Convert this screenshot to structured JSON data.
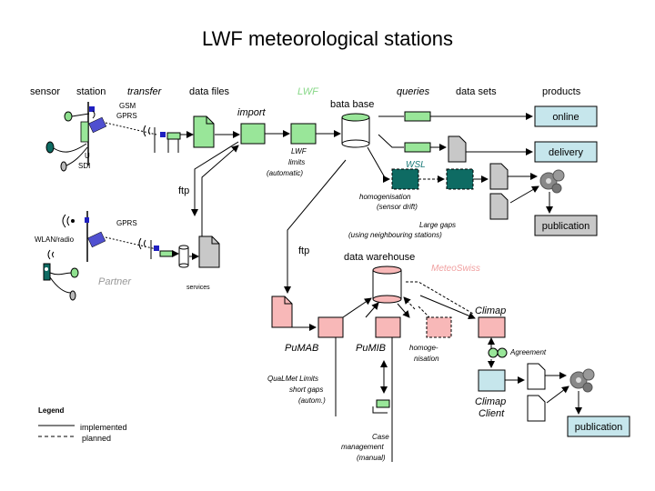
{
  "title": "LWF meteorological stations",
  "columns": {
    "sensor": "sensor",
    "station": "station",
    "transfer": "transfer",
    "data_files": "data files",
    "lwf": "LWF",
    "queries": "queries",
    "data_sets": "data sets",
    "products": "products"
  },
  "labels": {
    "gsm": "GSM",
    "gprs_top": "GPRS",
    "u": "U",
    "sdi": "SDI",
    "import": "import",
    "bata_base": "bata base",
    "lwf_limits_1": "LWF",
    "lwf_limits_2": "limits",
    "lwf_limits_3": "(automatic)",
    "ftp_left": "ftp",
    "ftp_mid": "ftp",
    "gprs_bottom": "GPRS",
    "wlan_radio": "WLAN/radio",
    "partner": "Partner",
    "services": "services",
    "wsl": "WSL",
    "homog_1": "homogenisation",
    "homog_2": "(sensor drift)",
    "gaps_1": "Large gaps",
    "gaps_2": "(using neighbouring stations)",
    "data_warehouse": "data warehouse",
    "meteoswiss": "MeteoSwiss",
    "pumab": "PuMAB",
    "pumib": "PuMIB",
    "homogenisation_1": "homoge-",
    "homogenisation_2": "nisation",
    "climap": "Climap",
    "agreement": "Agreement",
    "climap_client_1": "Climap",
    "climap_client_2": "Client",
    "qualmet_1": "QuaLMet Limits",
    "qualmet_2": "short gaps",
    "qualmet_3": "(autom.)",
    "case_1": "Case",
    "case_2": "management",
    "case_3": "(manual)"
  },
  "products": {
    "online": "online",
    "delivery": "delivery",
    "publication_top": "publication",
    "publication_bottom": "publication"
  },
  "legend": {
    "title": "Legend",
    "implemented": "implemented",
    "planned": "planned"
  },
  "colors": {
    "green": "#99e699",
    "teal": "#0e6b63",
    "cyan": "#c6e6ec",
    "pink": "#f8b8b8",
    "grey": "#c8c8c8",
    "lwf_label": "#88d888",
    "meteoswiss_label": "#f0a0a0",
    "wsl_label": "#1a7a78"
  }
}
